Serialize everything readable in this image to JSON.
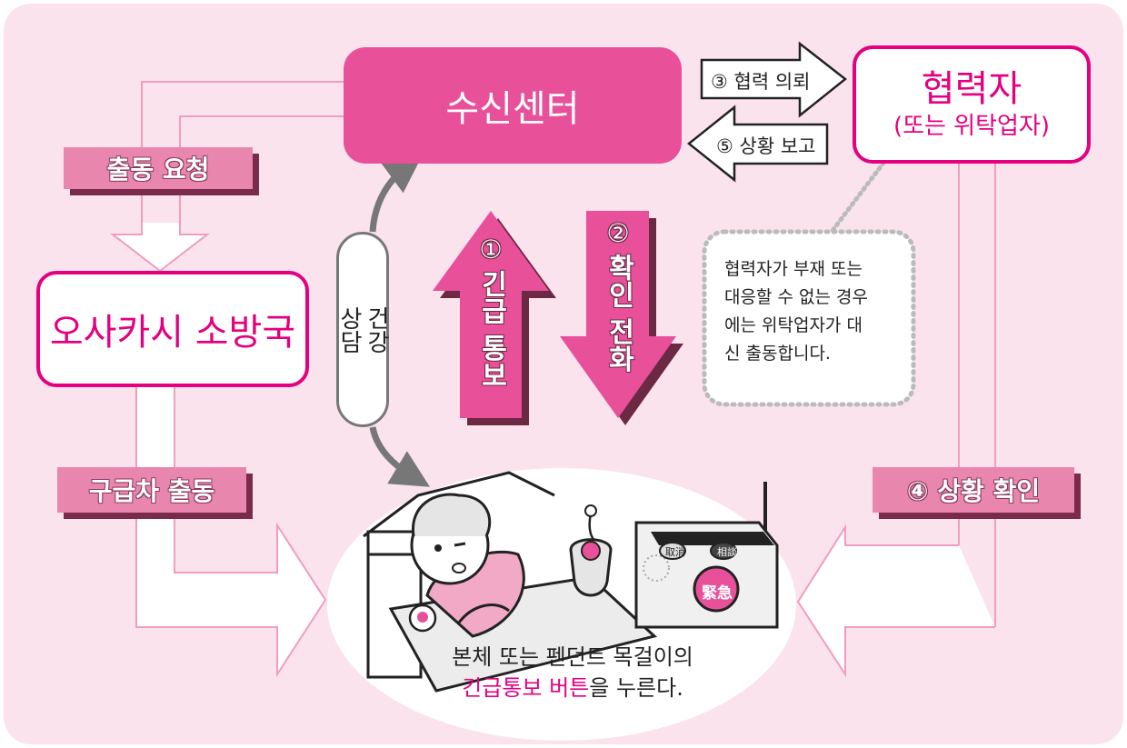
{
  "diagram": {
    "reception_center": "수신센터",
    "cooperator_title": "협력자",
    "cooperator_subtitle": "(또는 위탁업자)",
    "fire_department": "오사카시 소방국",
    "request_dispatch": "출동 요청",
    "ambulance_dispatch": "구급차 출동",
    "health_consult": "건강\n상담",
    "step1_number": "①",
    "step1_label": "긴급 통보",
    "step2_number": "②",
    "step2_label": "확인 전화",
    "step3": "③ 협력 의뢰",
    "step4": "④ 상황 확인",
    "step5": "⑤ 상황 보고",
    "note_lines": [
      "협력자가 부재 또는",
      "대응할 수 없는 경우",
      "에는 위탁업자가 대",
      "신 출동합니다."
    ],
    "caption_line1": "본체 또는 펜던트 목걸이의",
    "caption_highlight": "긴급통보 버튼",
    "caption_rest": "을 누른다.",
    "device_cancel": "取消",
    "device_consult": "相談",
    "device_emergency": "緊急"
  },
  "colors": {
    "background": "#fbe3ee",
    "accent": "#e4007f",
    "pink_box": "#e8509a",
    "ribbon": "#e986ae",
    "shadow": "#7a2b4c"
  }
}
